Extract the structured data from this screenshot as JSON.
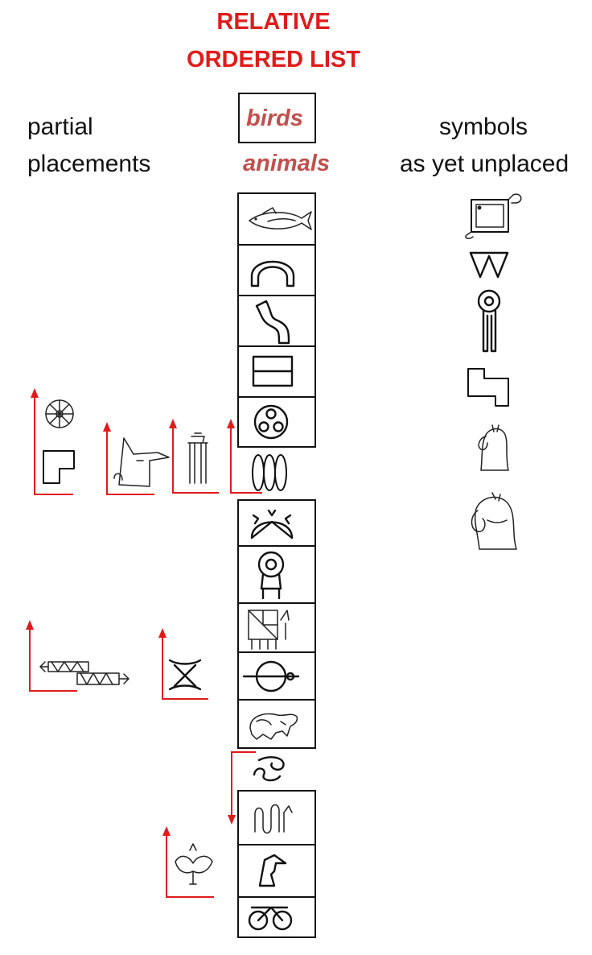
{
  "title": {
    "line1": "RELATIVE",
    "line2": "ORDERED LIST"
  },
  "left_label": {
    "line1": "partial",
    "line2": "placements"
  },
  "right_label": {
    "line1": "symbols",
    "line2": "as yet unplaced"
  },
  "categories": {
    "birds": "birds",
    "animals": "animals"
  },
  "ordered_list": [
    "fish",
    "arch",
    "s-curve",
    "divided-rectangle",
    "three-circle-disc",
    "triple-ellipse",
    "horned-bowl",
    "ring-on-stand",
    "geometric-figure",
    "circle-with-bar",
    "quadruped",
    "hook-figure",
    "serpent-glyph",
    "bird-head",
    "spoked-loop"
  ],
  "partial_placements": [
    [
      "wheel",
      "l-block"
    ],
    [
      "dog-head"
    ],
    [
      "standing-figure"
    ],
    [
      "triple-ellipse"
    ],
    [
      "zigzag-band"
    ],
    [
      "x-bowl"
    ],
    [
      "hook-figure",
      "serpent-glyph"
    ],
    [
      "winged-figure"
    ]
  ],
  "unplaced_symbols": [
    "scroll-square",
    "double-v",
    "keyhole-staff",
    "stepped-block",
    "horse-head-small",
    "horse-head-large"
  ],
  "colors": {
    "title": "#e01b1b",
    "arrow": "#e01b1b",
    "category": "#c0504d",
    "ink": "#111111"
  }
}
